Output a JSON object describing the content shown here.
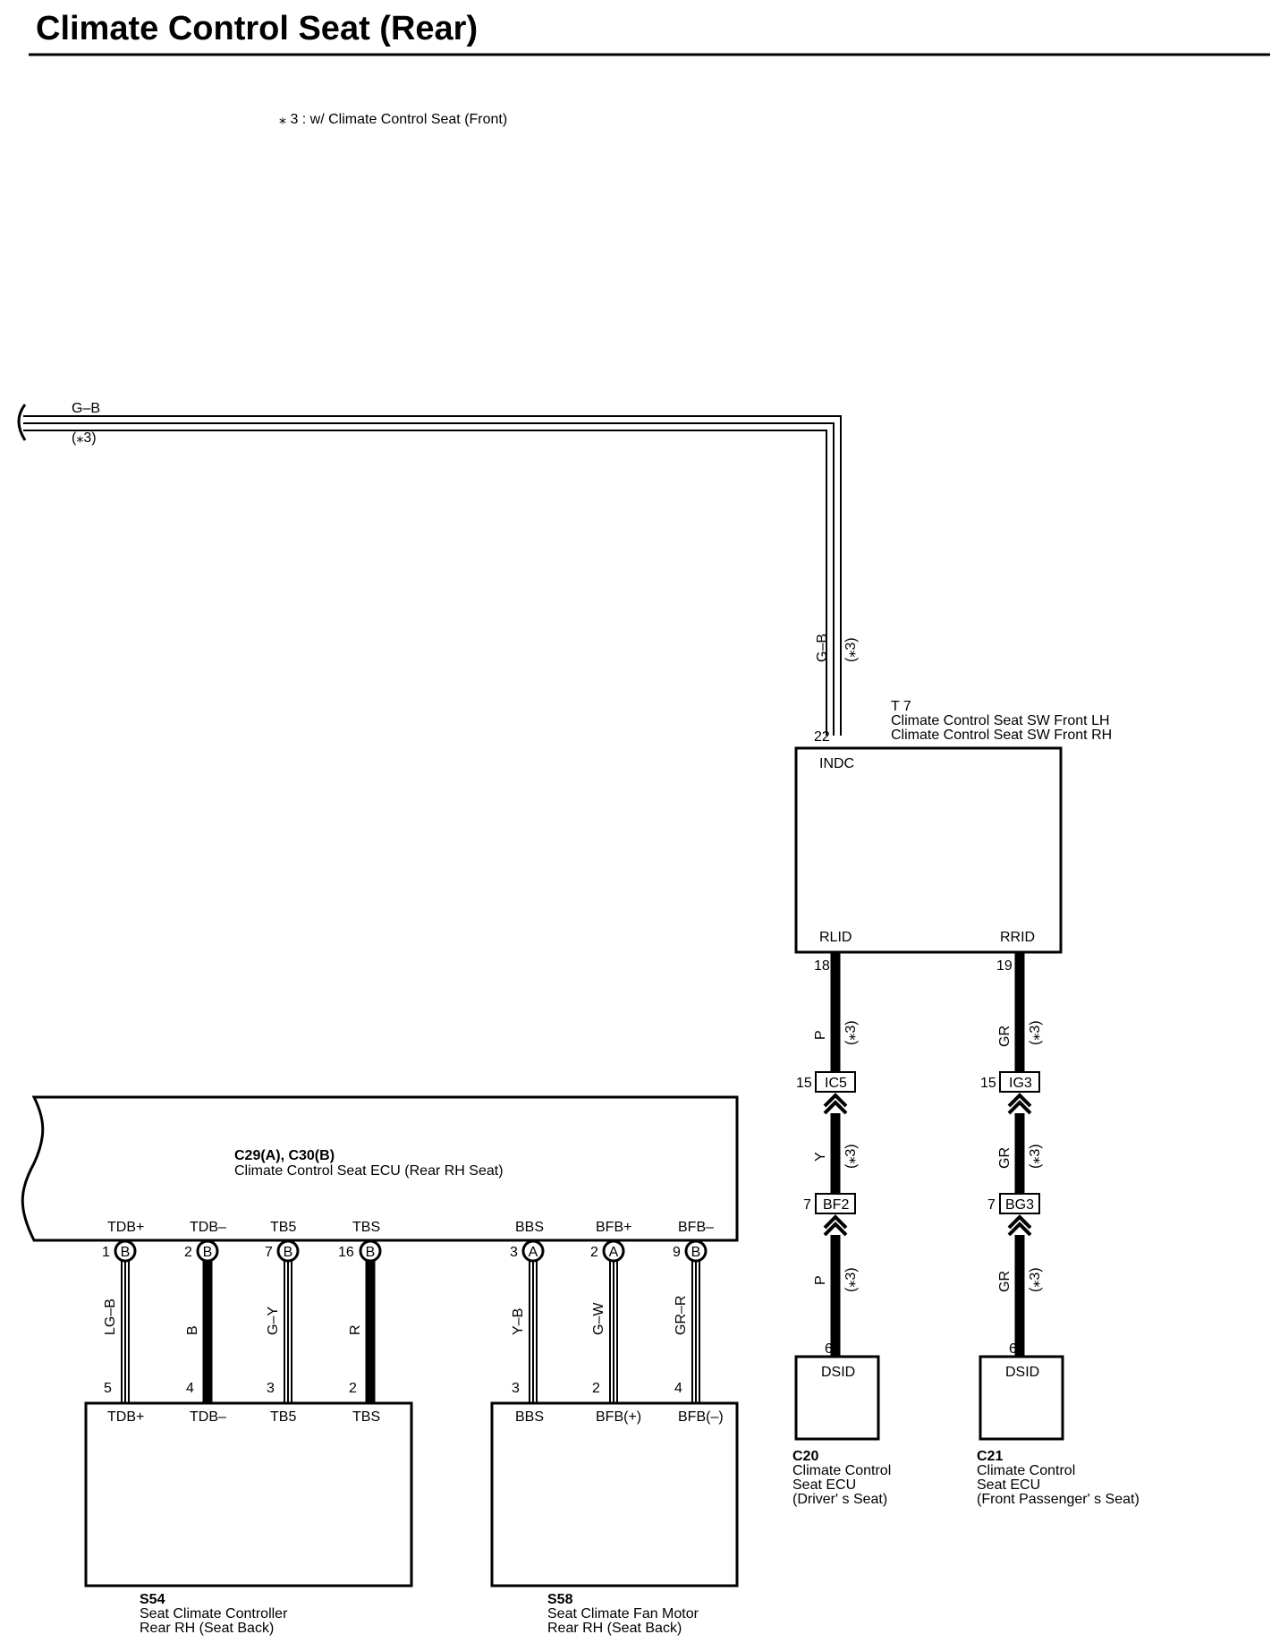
{
  "title": "Climate Control Seat (Rear)",
  "note": "⁎ 3 : w/ Climate Control Seat (Front)",
  "top_wire": {
    "color": "G–B",
    "cond": "(⁎3)"
  },
  "t7": {
    "code": "T 7",
    "name1": "Climate Control Seat SW Front LH",
    "name2": "Climate Control Seat SW Front RH",
    "pin_indc": "22",
    "label_indc": "INDC",
    "pin_rlid": "18",
    "label_rlid": "RLID",
    "pin_rrid": "19",
    "label_rrid": "RRID",
    "wire_in": "G–B",
    "wire_in_cond": "(⁎3)"
  },
  "left_branch": {
    "w1": "P",
    "w1c": "(⁎3)",
    "j1_pin": "15",
    "j1": "IC5",
    "w2": "Y",
    "w2c": "(⁎3)",
    "j2_pin": "7",
    "j2": "BF2",
    "w3": "P",
    "w3c": "(⁎3)"
  },
  "right_branch": {
    "w1": "GR",
    "w1c": "(⁎3)",
    "j1_pin": "15",
    "j1": "IG3",
    "w2": "GR",
    "w2c": "(⁎3)",
    "j2_pin": "7",
    "j2": "BG3",
    "w3": "GR",
    "w3c": "(⁎3)"
  },
  "c20": {
    "pin": "6",
    "label": "DSID",
    "code": "C20",
    "line1": "Climate Control",
    "line2": "Seat ECU",
    "line3": "(Driver' s Seat)"
  },
  "c21": {
    "pin": "6",
    "label": "DSID",
    "code": "C21",
    "line1": "Climate Control",
    "line2": "Seat ECU",
    "line3": "(Front Passenger' s Seat)"
  },
  "ecu": {
    "code": "C29(A), C30(B)",
    "name": "Climate Control Seat ECU (Rear RH Seat)"
  },
  "ecu_pins": [
    {
      "label": "TDB+",
      "pin": "1",
      "conn": "B",
      "wire": "LG–B",
      "dst_pin": "5",
      "dst_label": "TDB+"
    },
    {
      "label": "TDB–",
      "pin": "2",
      "conn": "B",
      "wire": "B",
      "dst_pin": "4",
      "dst_label": "TDB–"
    },
    {
      "label": "TB5",
      "pin": "7",
      "conn": "B",
      "wire": "G–Y",
      "dst_pin": "3",
      "dst_label": "TB5"
    },
    {
      "label": "TBS",
      "pin": "16",
      "conn": "B",
      "wire": "R",
      "dst_pin": "2",
      "dst_label": "TBS"
    },
    {
      "label": "BBS",
      "pin": "3",
      "conn": "A",
      "wire": "Y–B",
      "dst_pin": "3",
      "dst_label": "BBS"
    },
    {
      "label": "BFB+",
      "pin": "2",
      "conn": "A",
      "wire": "G–W",
      "dst_pin": "2",
      "dst_label": "BFB(+)"
    },
    {
      "label": "BFB–",
      "pin": "9",
      "conn": "B",
      "wire": "GR–R",
      "dst_pin": "4",
      "dst_label": "BFB(–)"
    }
  ],
  "s54": {
    "code": "S54",
    "line1": "Seat Climate Controller",
    "line2": "Rear RH (Seat Back)"
  },
  "s58": {
    "code": "S58",
    "line1": "Seat Climate Fan Motor",
    "line2": "Rear RH (Seat Back)"
  }
}
